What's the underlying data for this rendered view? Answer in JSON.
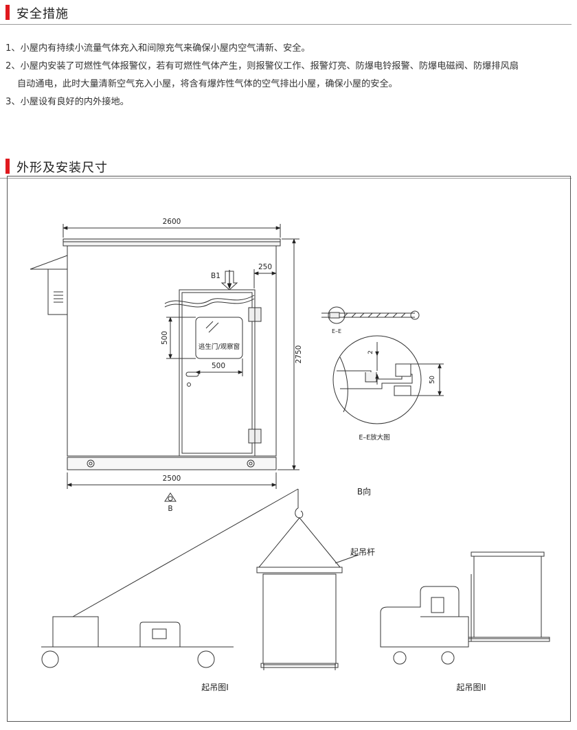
{
  "sections": {
    "safety": {
      "title": "安全措施"
    },
    "dimensions": {
      "title": "外形及安装尺寸"
    }
  },
  "safety_items": [
    {
      "line1": "1、小屋内有持续小流量气体充入和间隙充气来确保小屋内空气清新、安全。"
    },
    {
      "line1": "2、小屋内安装了可燃性气体报警仪，若有可燃性气体产生，则报警仪工作、报警灯亮、防爆电铃报警、防爆电磁阀、防爆排风扇",
      "line2": "自动通电，此时大量清新空气充入小屋，将含有爆炸性气体的空气排出小屋，确保小屋的安全。"
    },
    {
      "line1": "3、小屋设有良好的内外接地。"
    }
  ],
  "drawing": {
    "dim_width_top": "2600",
    "dim_width_bottom": "2500",
    "dim_250": "250",
    "dim_height": "2750",
    "dim_window_h": "500",
    "dim_window_w": "500",
    "window_label": "逃生门/观察窗",
    "view_b1": "B1",
    "view_b": "B",
    "ee_label": "E–E",
    "ee_detail_label": "E–E放大图",
    "dim_2": "2",
    "dim_50": "50",
    "b_view_label": "B向",
    "lift_bar_label": "起吊杆",
    "lift_fig1": "起吊图I",
    "lift_fig2": "起吊图II"
  }
}
